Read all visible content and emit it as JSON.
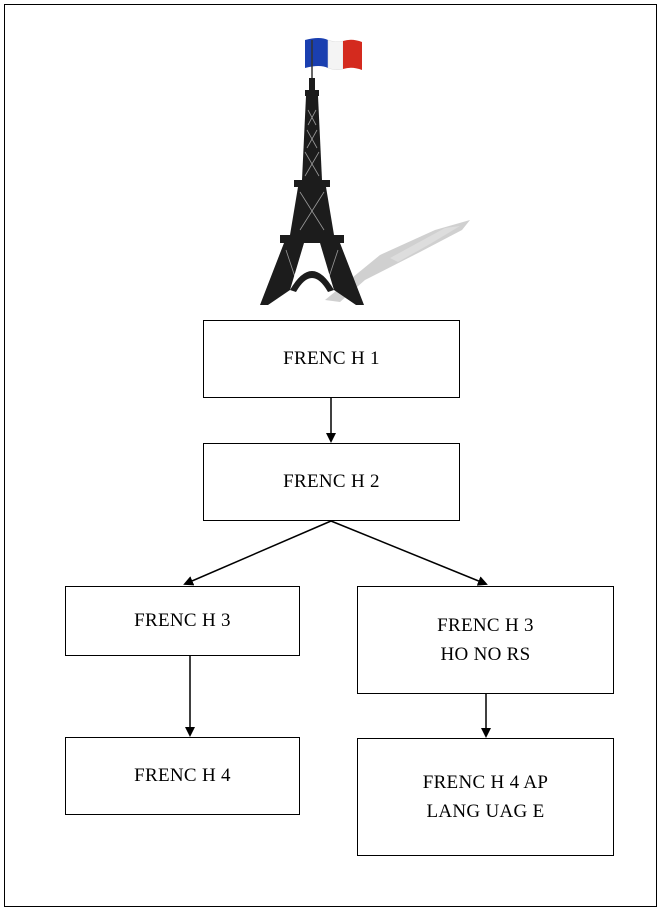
{
  "diagram": {
    "nodes": [
      {
        "id": "french-1",
        "lines": [
          "FRENC H 1"
        ]
      },
      {
        "id": "french-2",
        "lines": [
          "FRENC H 2"
        ]
      },
      {
        "id": "french-3",
        "lines": [
          "FRENC H 3"
        ]
      },
      {
        "id": "french-3-honors",
        "lines": [
          "FRENC H 3",
          "HO NO RS"
        ]
      },
      {
        "id": "french-4",
        "lines": [
          "FRENC H 4"
        ]
      },
      {
        "id": "french-4-ap",
        "lines": [
          "FRENC H 4 AP",
          "LANG UAG E"
        ]
      }
    ],
    "edges": [
      {
        "from": "french-1",
        "to": "french-2"
      },
      {
        "from": "french-2",
        "to": "french-3"
      },
      {
        "from": "french-2",
        "to": "french-3-honors"
      },
      {
        "from": "french-3",
        "to": "french-4"
      },
      {
        "from": "french-3-honors",
        "to": "french-4-ap"
      }
    ]
  },
  "illustration": {
    "subject": "eiffel-tower-with-french-flag",
    "flag_colors": [
      "#1a3fb0",
      "#ffffff",
      "#d42a1e"
    ],
    "tower_color": "#1c1c1c",
    "shadow_color": "#c8c8c8"
  }
}
